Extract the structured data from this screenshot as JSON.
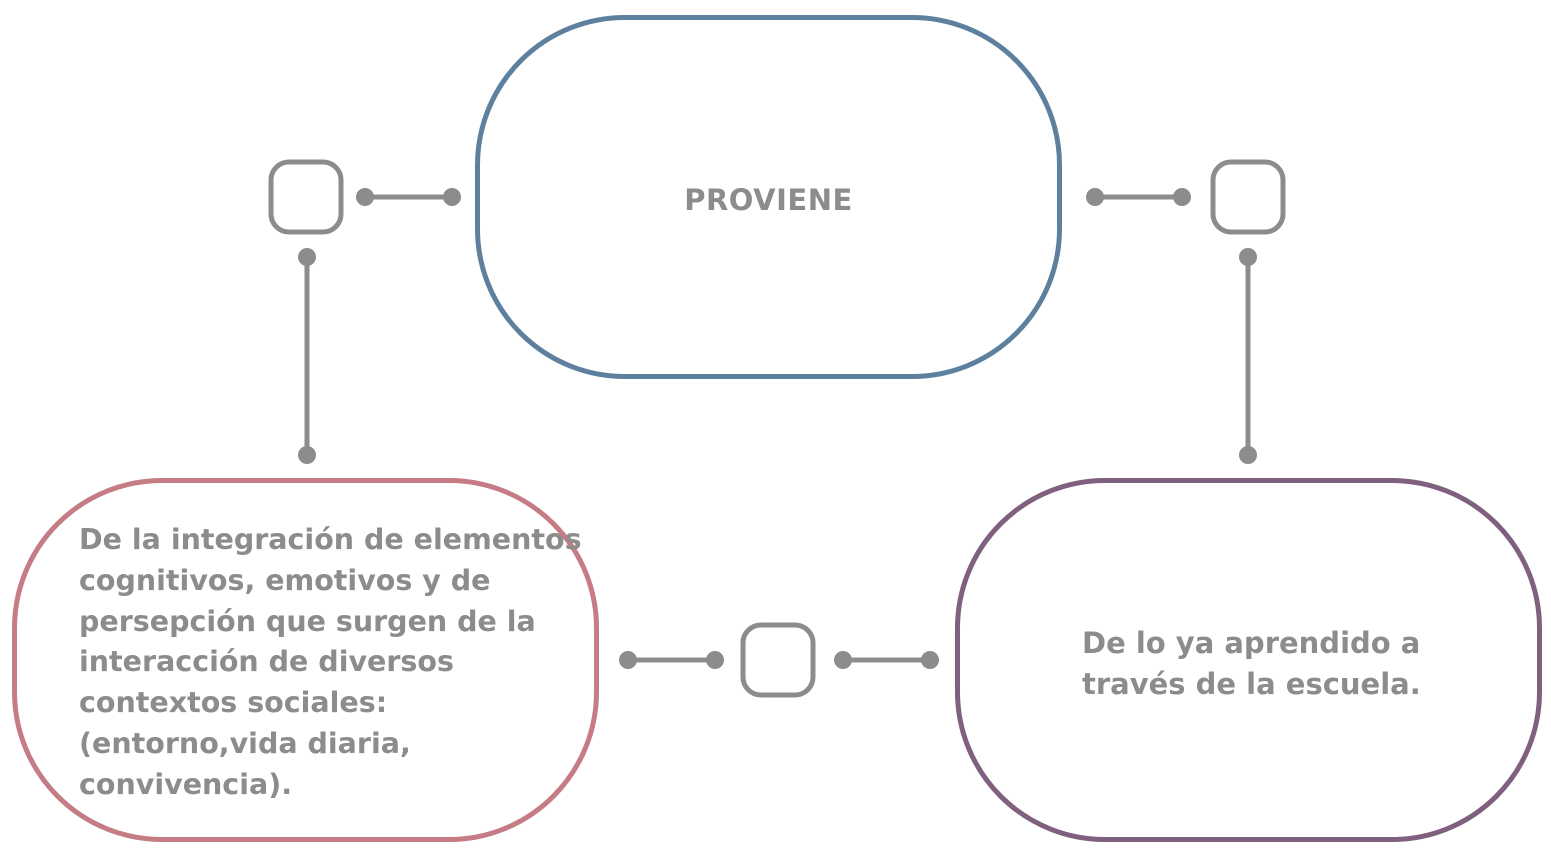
{
  "nodes": {
    "top": {
      "text": "PROVIENE",
      "border_color": "#5e809f"
    },
    "left": {
      "text": "De la integración de elementos cognitivos, emotivos y de persepción que surgen de la interacción de diversos contextos sociales: (entorno,vida diaria, convivencia).",
      "border_color": "#c67c84"
    },
    "right": {
      "text": "De lo ya aprendido a través de la escuela.",
      "border_color": "#80607f"
    }
  },
  "connector_color": "#8c8c8c"
}
